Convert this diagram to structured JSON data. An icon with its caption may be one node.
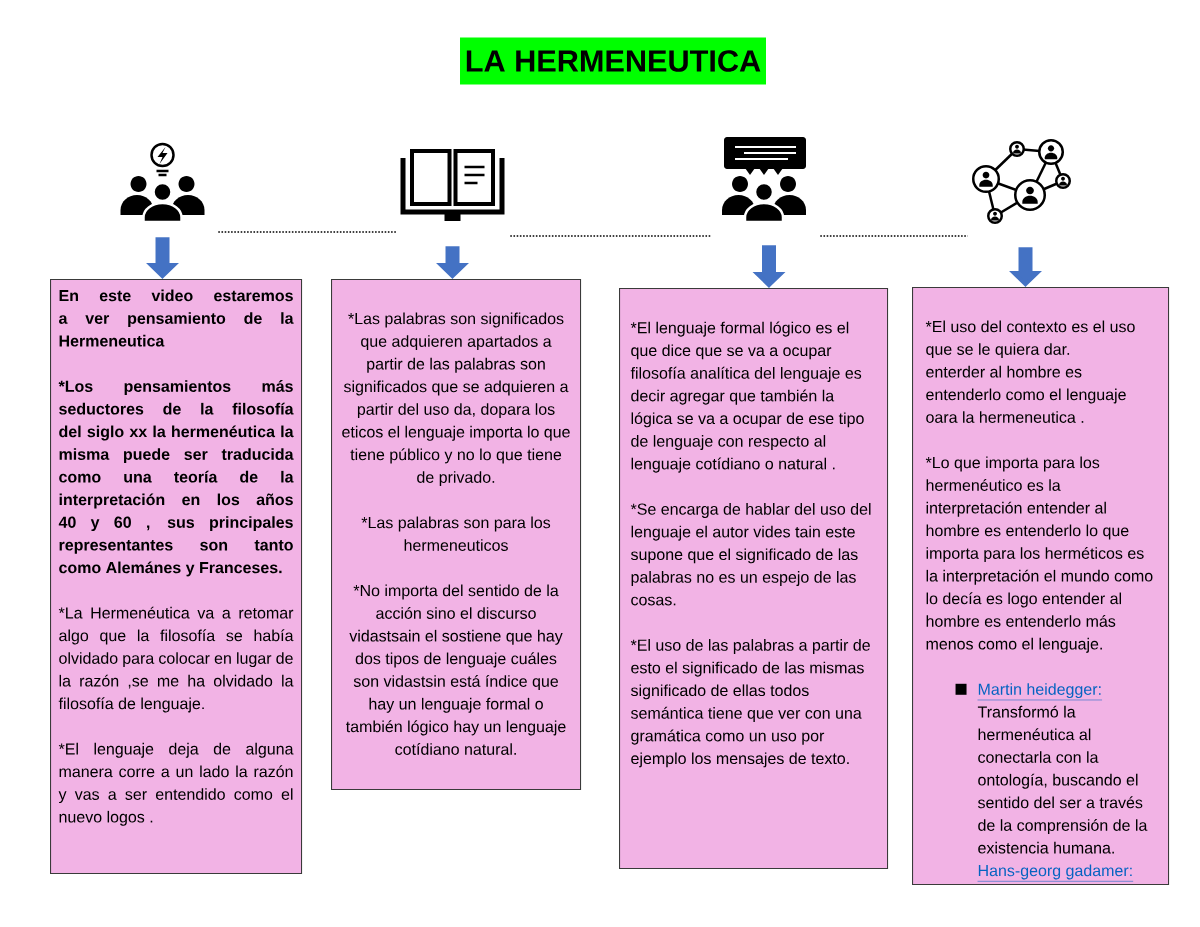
{
  "diagram": {
    "title": "LA HERMENEUTICA",
    "nodes": [
      {
        "text": [],
        "shape": "picture"
      },
      {
        "text": [],
        "shape": "picture"
      },
      {
        "text": [],
        "shape": "picture"
      },
      {
        "text": [],
        "shape": "picture"
      },
      {
        "text": [
          "En este video estaremos a ver pensamiento de la Hermeneutica",
          "*Los pensamientos más seductores de la filosofía del siglo xx la hermenéutica la misma puede ser traducida como una teoría de la interpretación en los años 40 y 60 , sus principales representantes son tanto como Alemánes y Franceses.",
          "*La Hermenéutica va a retomar algo que la filosofía se había olvidado para colocar en lugar de la razón ,se me ha olvidado la filosofía de lenguaje.",
          "*El lenguaje deja de alguna manera corre a un lado la razón y vas a ser entendido como el nuevo logos ."
        ]
      },
      {
        "text": [
          "*Las palabras son significados que adquieren apartados a partir de las palabras son significados que se adquieren a partir del uso da, dopara los eticos el lenguaje importa lo que tiene público y no lo que tiene de privado.",
          "*Las palabras son para los hermeneuticos",
          "*No importa del sentido de la acción sino el discurso vidastsain el sostiene que hay dos tipos de lenguaje cuáles son vidastsin está índice que hay un lenguaje formal o también lógico hay un lenguaje cotídiano natural."
        ]
      },
      {
        "text": [
          "*El lenguaje formal lógico es el que dice que se va a ocupar filosofía analítica del lenguaje es decir agregar que también la lógica se va a ocupar de ese tipo de lenguaje con respecto al lenguaje cotídiano o natural .",
          "*Se encarga de hablar del uso del lenguaje el autor vides tain este supone que el significado de las palabras no es un espejo de las cosas.",
          "*El uso de las palabras a partir de esto el significado de las mismas significado de ellas todos semántica tiene que ver con una gramática como un uso por ejemplo los mensajes de texto."
        ]
      },
      {
        "text": [
          "*El uso del contexto es el uso que se le quiera dar.",
          "enterder al hombre es entenderlo como el lenguaje oara la hermeneutica .",
          "*Lo que importa para los hermenéutico es la interpretación entender al hombre es entenderlo lo que importa para los herméticos es la interpretación el mundo como lo decía es logo entender al hombre es entenderlo más menos como el lenguaje.",
          "Martin heidegger:",
          "Transformó la hermenéutica al conectarla con la ontología, buscando el sentido del ser a través de la comprensión de la existencia humana.",
          "Hans-georg gadamer:"
        ]
      }
    ],
    "edges": [
      {
        "from": 0,
        "to": 4,
        "arrow": "to"
      },
      {
        "from": 1,
        "to": 5,
        "arrow": "to"
      },
      {
        "from": 2,
        "to": 6,
        "arrow": "to"
      },
      {
        "from": 3,
        "to": 7,
        "arrow": "to"
      },
      {
        "from": 0,
        "to": 1,
        "arrow": "none",
        "style": "dashed",
        "color": "#000000"
      },
      {
        "from": 1,
        "to": 2,
        "arrow": "none",
        "style": "dashed",
        "color": "#000000"
      },
      {
        "from": 2,
        "to": 3,
        "arrow": "none",
        "style": "dashed",
        "color": "#000000"
      }
    ]
  }
}
